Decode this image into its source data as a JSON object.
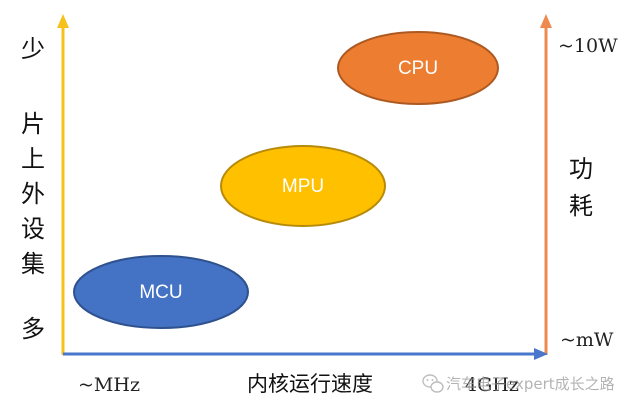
{
  "left_axis": {
    "top_label": "少",
    "middle_label_chars": [
      "片",
      "上",
      "外",
      "设",
      "集"
    ],
    "bottom_label": "多",
    "color": "#f5c11a"
  },
  "right_axis": {
    "top_label": "~10W",
    "bottom_label": "~mW",
    "middle_label_chars": [
      "功",
      "耗"
    ],
    "color": "#ee8a4e"
  },
  "bottom_axis": {
    "left_label": "~MHz",
    "center_label": "内核运行速度",
    "right_label": "4GHz",
    "color": "#4a76cc"
  },
  "items": [
    {
      "name": "cpu",
      "label": "CPU",
      "fill": "#ed7d31",
      "stroke": "#ad5a22"
    },
    {
      "name": "mpu",
      "label": "MPU",
      "fill": "#ffc000",
      "stroke": "#b78a0a"
    },
    {
      "name": "mcu",
      "label": "MCU",
      "fill": "#4472c4",
      "stroke": "#2f528f"
    }
  ],
  "watermark": {
    "text": "汽车电子expert成长之路",
    "icon": "wechat-icon"
  }
}
